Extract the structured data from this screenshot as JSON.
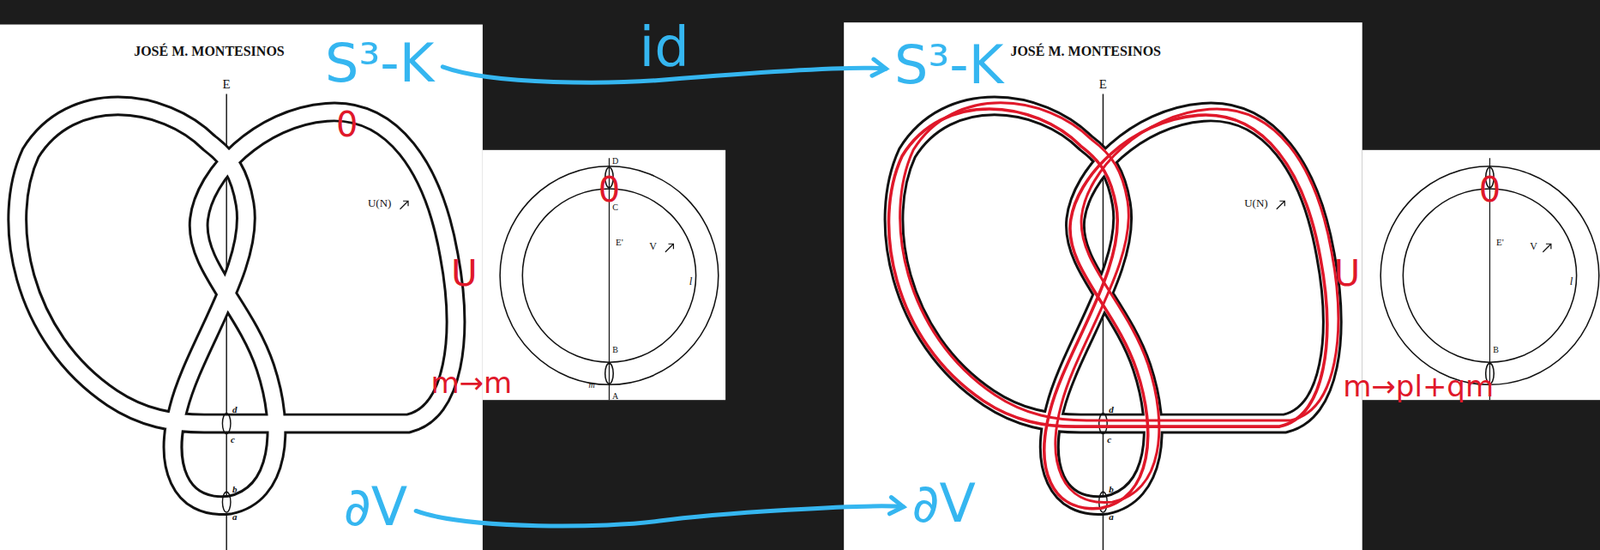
{
  "diagram": {
    "nodes": [
      {
        "text": [
          "S³-K"
        ]
      },
      {
        "text": [
          "S³-K"
        ]
      },
      {
        "text": [
          "∂V"
        ]
      },
      {
        "text": [
          "∂V"
        ]
      }
    ],
    "edges": [
      {
        "from": 0,
        "to": 1,
        "arrow": "to",
        "label": "id"
      },
      {
        "from": 2,
        "to": 3,
        "arrow": "to"
      }
    ],
    "labels": [
      "JOSÉ M. MONTESINOS",
      "E",
      "U(N)",
      "d",
      "c",
      "b",
      "a",
      "D",
      "C",
      "E'",
      "V",
      "l",
      "B",
      "m",
      "A",
      "0",
      "U",
      "m→m",
      "0",
      "JOSÉ M. MONTESINOS",
      "E",
      "U(N)",
      "d",
      "c",
      "b",
      "a",
      "E'",
      "V",
      "l",
      "B",
      "0",
      "U",
      "m→pl+qm"
    ]
  }
}
